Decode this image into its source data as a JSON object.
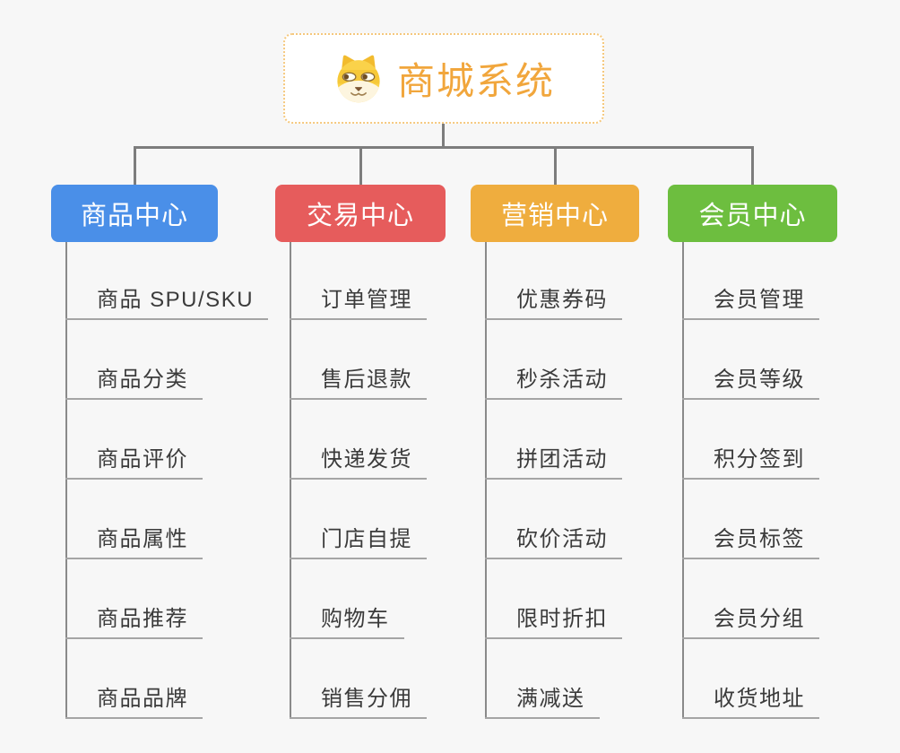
{
  "root": {
    "title": "商城系统",
    "icon": "doge-face-icon",
    "title_color": "#f1a63c",
    "border_color": "#f5c87d"
  },
  "colors": {
    "background": "#f7f7f7",
    "connector": "#7d7d7d",
    "spine": "#8a8a8a",
    "underline": "#a5a5a5",
    "item_text": "#3b3b3b",
    "branch_text": "#ffffff"
  },
  "branches": [
    {
      "label": "商品中心",
      "color": "#4a8fe8",
      "children": [
        "商品 SPU/SKU",
        "商品分类",
        "商品评价",
        "商品属性",
        "商品推荐",
        "商品品牌"
      ]
    },
    {
      "label": "交易中心",
      "color": "#e65c5c",
      "children": [
        "订单管理",
        "售后退款",
        "快递发货",
        "门店自提",
        "购物车",
        "销售分佣"
      ]
    },
    {
      "label": "营销中心",
      "color": "#efad3e",
      "children": [
        "优惠券码",
        "秒杀活动",
        "拼团活动",
        "砍价活动",
        "限时折扣",
        "满减送"
      ]
    },
    {
      "label": "会员中心",
      "color": "#6dbe3f",
      "children": [
        "会员管理",
        "会员等级",
        "积分签到",
        "会员标签",
        "会员分组",
        "收货地址"
      ]
    }
  ]
}
